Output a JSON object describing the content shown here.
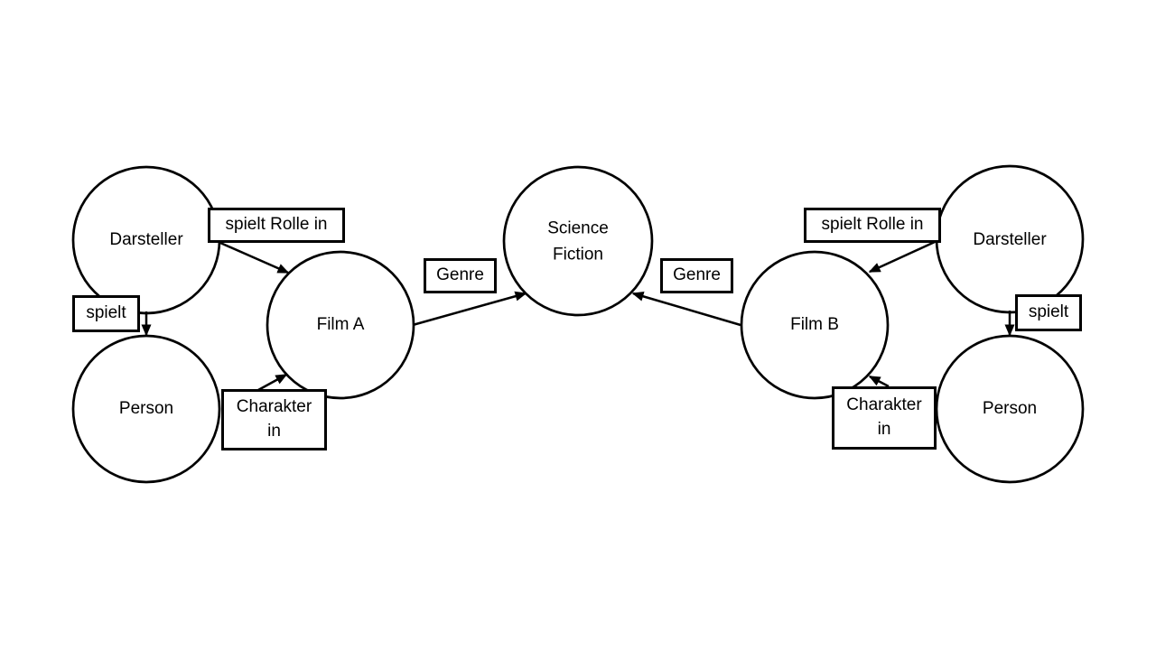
{
  "diagram": {
    "colors": {
      "background": "#ffffff",
      "stroke": "#000000",
      "node_fill": "#ffffff",
      "label_box_fill": "#ffffff",
      "text": "#000000"
    },
    "nodes": [
      {
        "id": "darsteller-left",
        "label": "Darsteller"
      },
      {
        "id": "person-left",
        "label": "Person"
      },
      {
        "id": "film-a",
        "label": "Film A"
      },
      {
        "id": "science-fiction",
        "label": "Science\nFiction"
      },
      {
        "id": "film-b",
        "label": "Film B"
      },
      {
        "id": "darsteller-right",
        "label": "Darsteller"
      },
      {
        "id": "person-right",
        "label": "Person"
      }
    ],
    "edge_labels": [
      {
        "id": "spielt-rolle-in-left",
        "label": "spielt Rolle in"
      },
      {
        "id": "spielt-left",
        "label": "spielt"
      },
      {
        "id": "charakter-in-left",
        "label": "Charakter\nin"
      },
      {
        "id": "genre-left",
        "label": "Genre"
      },
      {
        "id": "genre-right",
        "label": "Genre"
      },
      {
        "id": "spielt-rolle-in-right",
        "label": "spielt Rolle in"
      },
      {
        "id": "spielt-right",
        "label": "spielt"
      },
      {
        "id": "charakter-in-right",
        "label": "Charakter\nin"
      }
    ],
    "edges": [
      {
        "from": "darsteller-left",
        "to": "film-a",
        "label": "spielt Rolle in"
      },
      {
        "from": "darsteller-left",
        "to": "person-left",
        "label": "spielt"
      },
      {
        "from": "person-left",
        "to": "film-a",
        "label": "Charakter in"
      },
      {
        "from": "film-a",
        "to": "science-fiction",
        "label": "Genre"
      },
      {
        "from": "film-b",
        "to": "science-fiction",
        "label": "Genre"
      },
      {
        "from": "darsteller-right",
        "to": "film-b",
        "label": "spielt Rolle in"
      },
      {
        "from": "darsteller-right",
        "to": "person-right",
        "label": "spielt"
      },
      {
        "from": "person-right",
        "to": "film-b",
        "label": "Charakter in"
      }
    ]
  }
}
